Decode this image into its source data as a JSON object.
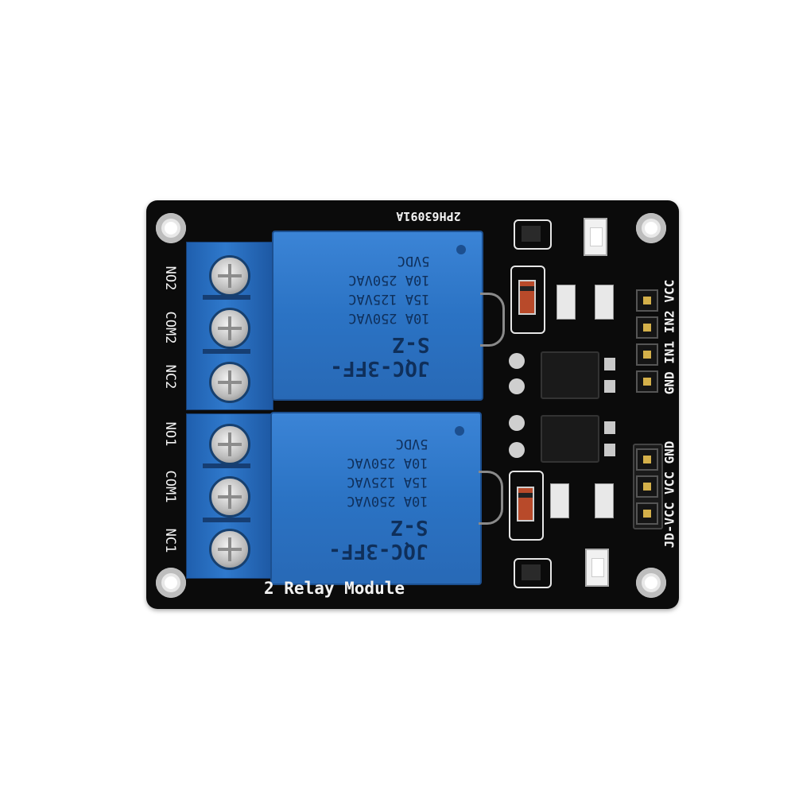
{
  "board": {
    "title": "2 Relay Module",
    "code": "2PH63091A",
    "colors": {
      "pcb": "#0b0b0b",
      "relay": "#2b73c4",
      "terminal": "#2f79cc",
      "silkscreen": "#f2f2f2"
    }
  },
  "terminals": {
    "relay2": [
      "NO2",
      "COM2",
      "NC2"
    ],
    "relay1": [
      "NO1",
      "COM1",
      "NC1"
    ]
  },
  "relays": [
    {
      "model": "JQC-3FF-S-Z",
      "lines": [
        "10A 250VAC",
        "15A 125VAC",
        "10A 250VAC",
        "5VDC"
      ]
    },
    {
      "model": "JQC-3FF-S-Z",
      "lines": [
        "10A 250VAC",
        "15A 125VAC",
        "10A 250VAC",
        "5VDC"
      ]
    }
  ],
  "header_pins": {
    "input": "GND IN1 IN2 VCC",
    "power": "JD-VCC VCC GND"
  }
}
